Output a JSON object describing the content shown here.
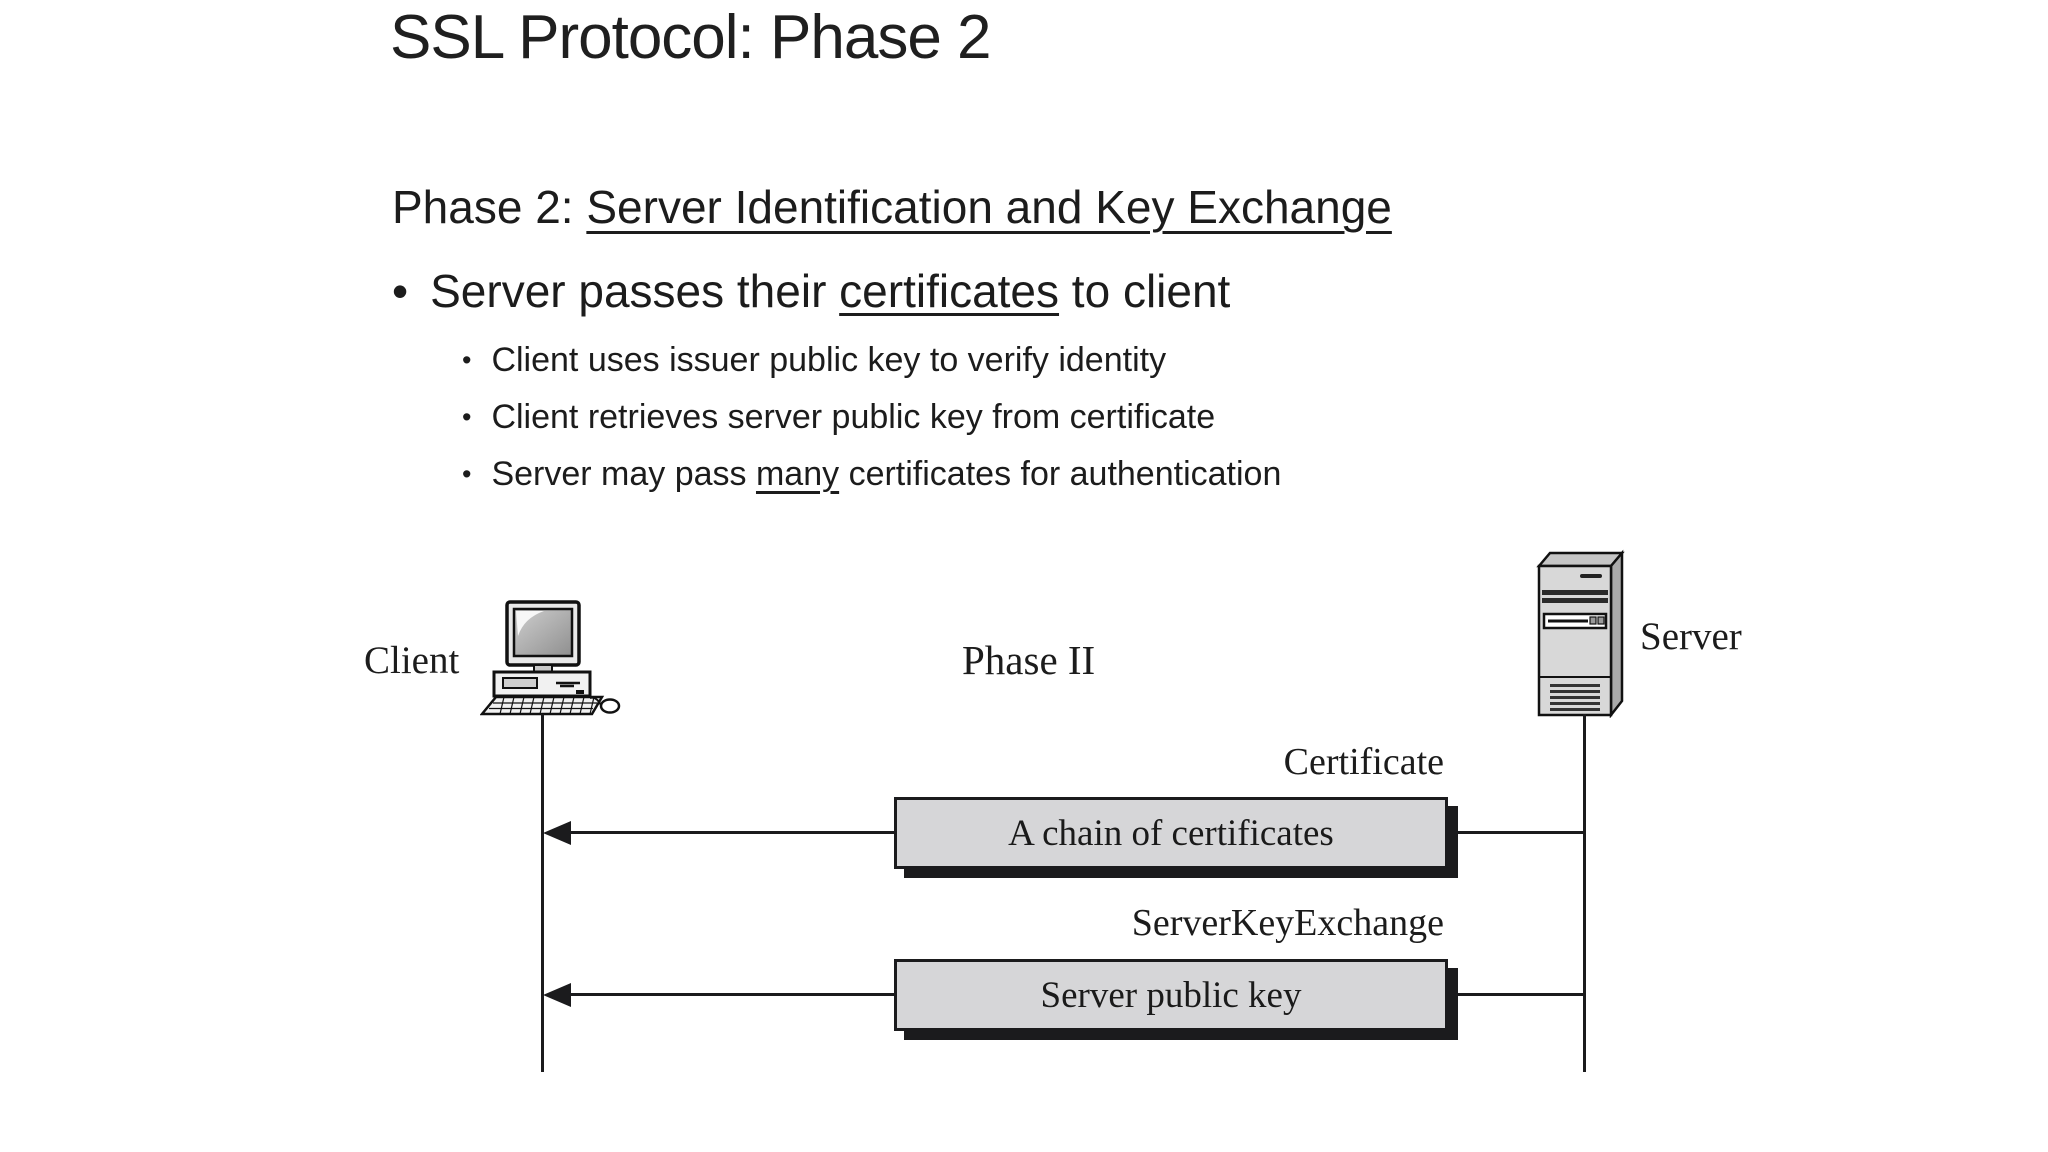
{
  "slide": {
    "title": "SSL Protocol: Phase 2",
    "heading": {
      "prefix": "Phase 2: ",
      "underlined": "Server Identification and Key Exchange"
    },
    "bullet_char": "•",
    "bullet": {
      "pre": "Server passes their ",
      "underlined": "certificates",
      "post": " to client"
    },
    "sub_bullets": [
      {
        "pre": "Client uses issuer public key to verify identity",
        "underlined": "",
        "post": ""
      },
      {
        "pre": "Client retrieves server public key from certificate",
        "underlined": "",
        "post": ""
      },
      {
        "pre": "Server may pass ",
        "underlined": "many",
        "post": " certificates for authentication"
      }
    ]
  },
  "diagram": {
    "client_label": "Client",
    "server_label": "Server",
    "phase_label": "Phase II",
    "messages": [
      {
        "label": "Certificate",
        "box_text": "A chain of certificates"
      },
      {
        "label": "ServerKeyExchange",
        "box_text": "Server public key"
      }
    ],
    "colors": {
      "box_fill": "#d6d6d8",
      "box_border": "#1b1b1d",
      "box_shadow": "#1b1b1d",
      "line": "#1b1b1d",
      "text": "#1a1a1a"
    }
  }
}
